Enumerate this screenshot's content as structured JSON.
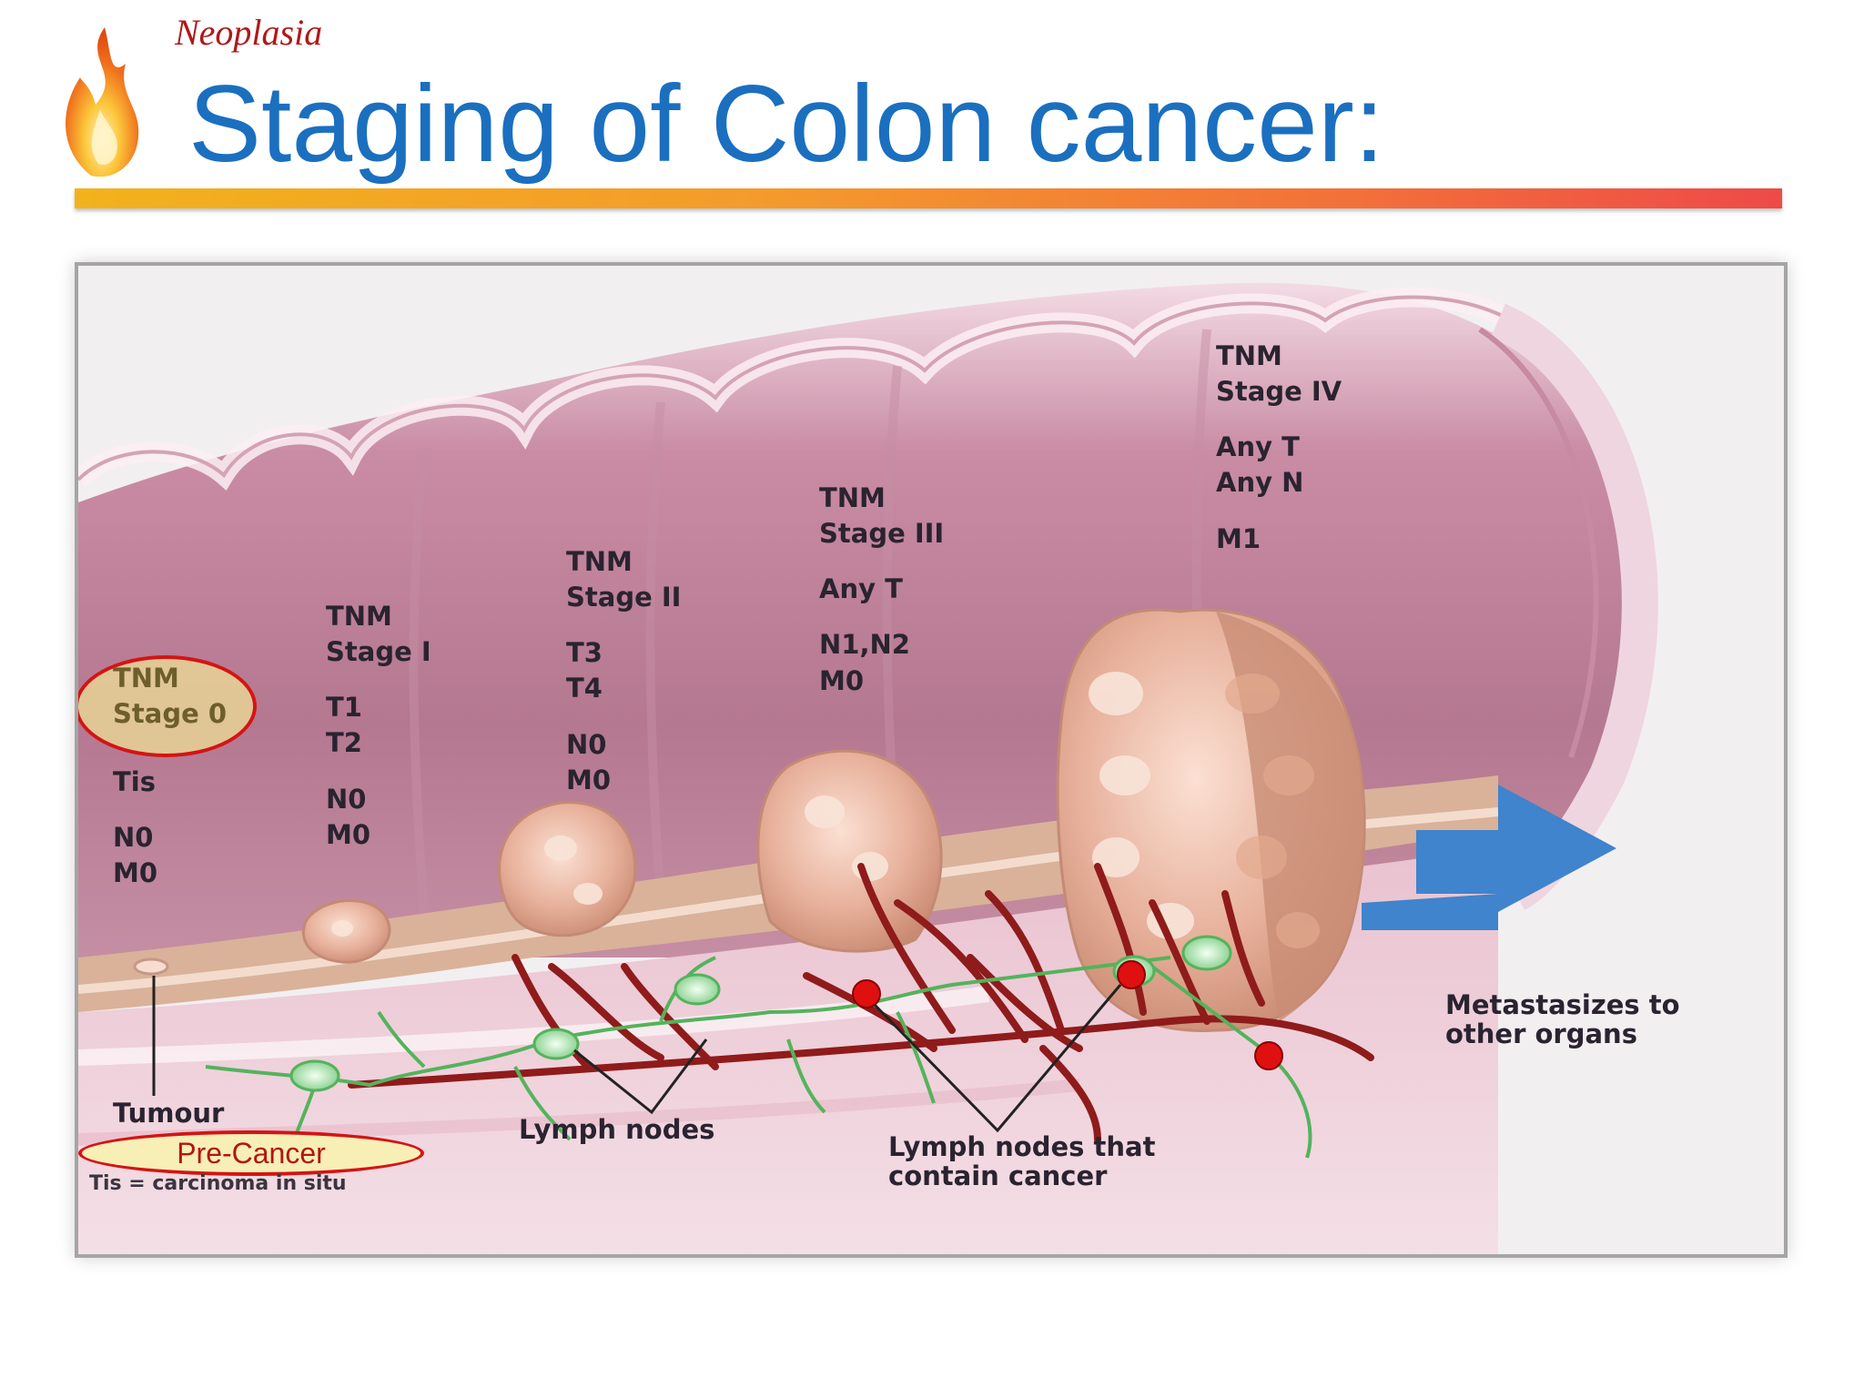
{
  "header": {
    "subtitle": "Neoplasia",
    "title": "Staging of Colon cancer:"
  },
  "diagram": {
    "stage0": {
      "line1": "TNM",
      "line2": "Stage 0",
      "t": "Tis",
      "n": "N0",
      "m": "M0"
    },
    "stage1": {
      "line1": "TNM",
      "line2": "Stage I",
      "t1": "T1",
      "t2": "T2",
      "n": "N0",
      "m": "M0"
    },
    "stage2": {
      "line1": "TNM",
      "line2": "Stage II",
      "t1": "T3",
      "t2": "T4",
      "n": "N0",
      "m": "M0"
    },
    "stage3": {
      "line1": "TNM",
      "line2": "Stage III",
      "t": "Any T",
      "n": "N1,N2",
      "m": "M0"
    },
    "stage4": {
      "line1": "TNM",
      "line2": "Stage IV",
      "t": "Any T",
      "n": "Any N",
      "m": "M1"
    },
    "tumour_label": "Tumour",
    "precancer_label": "Pre-Cancer",
    "tis_note": "Tis = carcinoma in situ",
    "lymph_nodes_label": "Lymph nodes",
    "lymph_cancer_line1": "Lymph nodes that",
    "lymph_cancer_line2": "contain cancer",
    "metastasis_line1": "Metastasizes to",
    "metastasis_line2": "other organs"
  },
  "colors": {
    "title": "#1b6fbf",
    "subtitle": "#b01818",
    "highlight_ring": "#d41414",
    "node_marker": "#e01010",
    "arrow": "#3f84cc"
  }
}
